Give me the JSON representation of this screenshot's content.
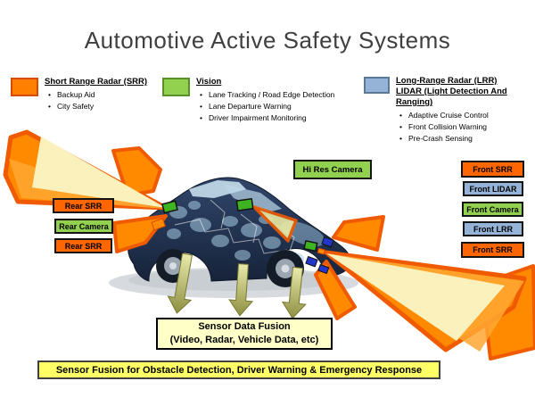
{
  "title": "Automotive Active Safety Systems",
  "legend": [
    {
      "heading": "Short Range Radar (SRR)",
      "bullets": [
        "Backup Aid",
        "City Safety"
      ]
    },
    {
      "heading": "Vision",
      "bullets": [
        "Lane Tracking / Road Edge Detection",
        "Lane Departure Warning",
        "Driver Impairment Monitoring"
      ]
    },
    {
      "heading": "Long-Range Radar (LRR) LIDAR (Light Detection And Ranging)",
      "bullets": [
        "Adaptive Cruise Control",
        "Front Collision Warning",
        "Pre-Crash Sensing"
      ]
    }
  ],
  "sensor_labels": {
    "hi_res_camera": {
      "label": "Hi Res Camera"
    },
    "left": [
      {
        "label": "Rear SRR"
      },
      {
        "label": "Rear Camera"
      },
      {
        "label": "Rear SRR"
      }
    ],
    "right": [
      {
        "label": "Front SRR"
      },
      {
        "label": "Front LIDAR"
      },
      {
        "label": "Front Camera"
      },
      {
        "label": "Front LRR"
      },
      {
        "label": "Front SRR"
      }
    ]
  },
  "fusion_box": {
    "line1": "Sensor Data Fusion",
    "line2": "(Video, Radar, Vehicle Data, etc)"
  },
  "banner": {
    "text": "Sensor Fusion for Obstacle Detection, Driver Warning & Emergency Response"
  },
  "colors": {
    "srr_label": "#FF6600",
    "camera_label": "#92D050",
    "lidar_label": "#95B3D7",
    "beam_fill": "#FF8A00",
    "beam_stroke": "#F05A00",
    "beam_inner": "#FAF1BC",
    "fusion_fill": "#FFFFC8",
    "banner_fill": "#FFFF66",
    "arrow_light": "#E9EAAC",
    "arrow_dark": "#8E8F41",
    "title_text": "#3F3F3F"
  }
}
